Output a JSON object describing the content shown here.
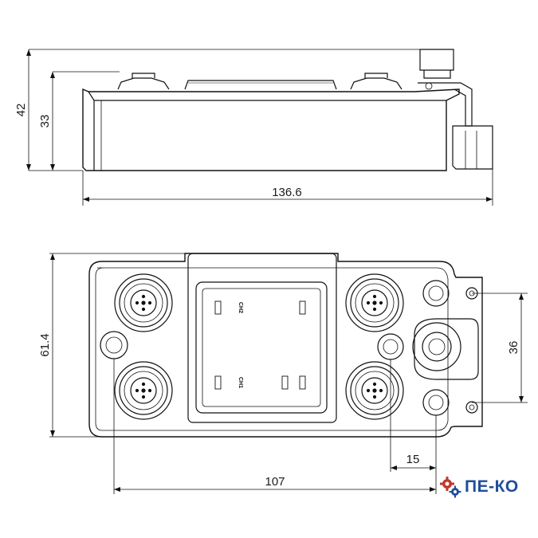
{
  "dimensions": {
    "height_total": "42",
    "height_body": "33",
    "length_total": "136.6",
    "width": "61.4",
    "mount_spacing": "36",
    "connector_offset": "15",
    "mount_pitch": "107"
  },
  "labels": {
    "channel_2": "CH2",
    "channel_1": "CH1"
  },
  "logo": {
    "text": "ПЕ-КО",
    "gear_color": "#c0392b",
    "text_color": "#1f4e9a"
  }
}
